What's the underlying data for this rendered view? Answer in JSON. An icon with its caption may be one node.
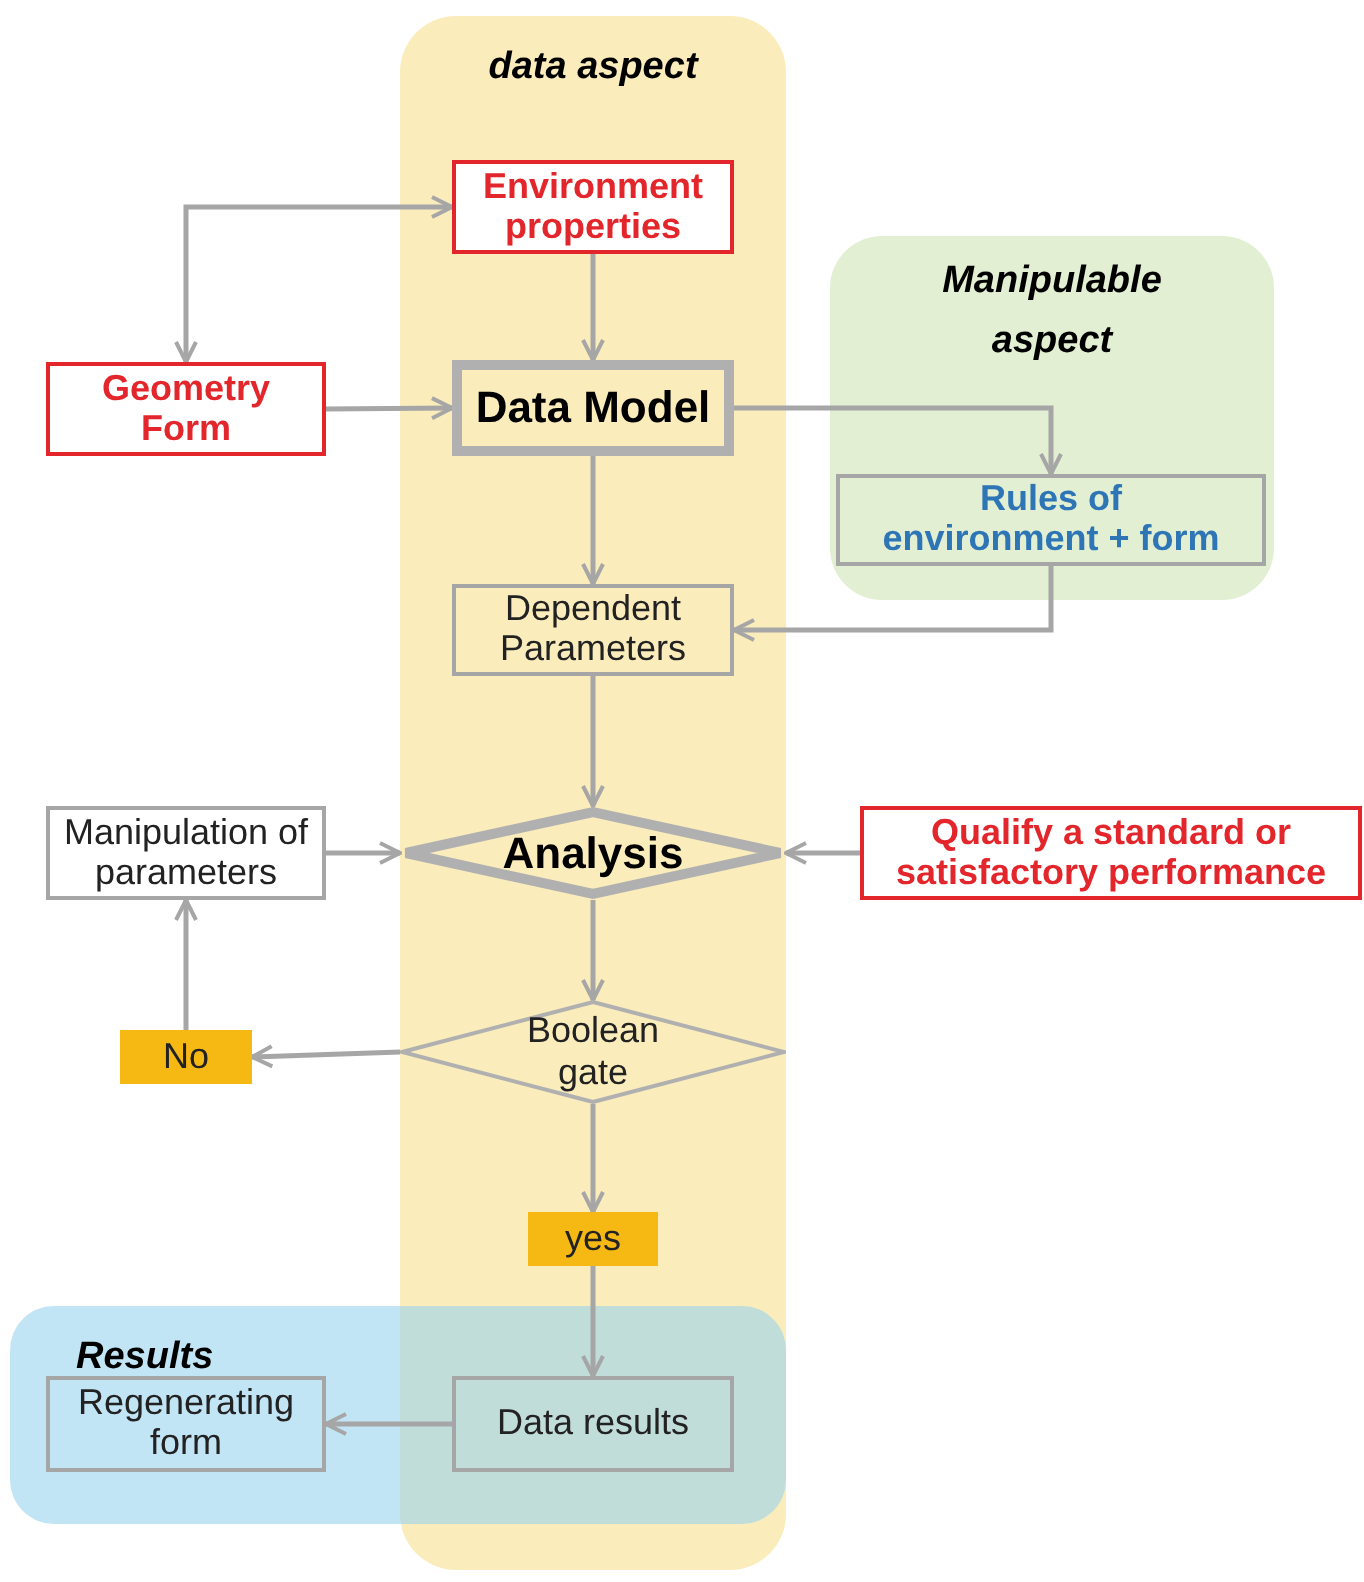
{
  "diagram": {
    "nodes": [
      {
        "text": [
          "data aspect"
        ]
      },
      {
        "text": [
          "Manipulable aspect"
        ]
      },
      {
        "text": [
          "Results"
        ]
      },
      {
        "text": [
          "Environment properties"
        ],
        "in": 0
      },
      {
        "text": [
          "Geometry Form"
        ]
      },
      {
        "text": [
          "Data Model"
        ],
        "in": 0
      },
      {
        "text": [
          "Rules of environment + form"
        ],
        "in": 1
      },
      {
        "text": [
          "Dependent Parameters"
        ],
        "in": 0
      },
      {
        "text": [
          "Manipulation of parameters"
        ]
      },
      {
        "text": [
          "Analysis"
        ],
        "in": 0
      },
      {
        "text": [
          "Qualify a standard or satisfactory performance"
        ]
      },
      {
        "text": [
          "Boolean gate"
        ],
        "in": 0
      },
      {
        "text": [
          "No"
        ]
      },
      {
        "text": [
          "yes"
        ],
        "in": 0
      },
      {
        "text": [
          "Data results"
        ]
      },
      {
        "text": [
          "Regenerating form"
        ],
        "in": 2
      }
    ],
    "edges": [
      {
        "from": 4,
        "to": 3,
        "arrow": "both"
      },
      {
        "from": 3,
        "to": 5,
        "arrow": "to"
      },
      {
        "from": 4,
        "to": 5,
        "arrow": "to"
      },
      {
        "from": 5,
        "to": 6,
        "arrow": "to"
      },
      {
        "from": 5,
        "to": 7,
        "arrow": "to"
      },
      {
        "from": 6,
        "to": 7,
        "arrow": "to"
      },
      {
        "from": 7,
        "to": 9,
        "arrow": "to"
      },
      {
        "from": 8,
        "to": 9,
        "arrow": "to"
      },
      {
        "from": 10,
        "to": 9,
        "arrow": "to"
      },
      {
        "from": 9,
        "to": 11,
        "arrow": "to"
      },
      {
        "from": 11,
        "to": 12,
        "arrow": "to"
      },
      {
        "from": 12,
        "to": 8,
        "arrow": "to"
      },
      {
        "from": 11,
        "to": 13,
        "arrow": "to"
      },
      {
        "from": 13,
        "to": 14,
        "arrow": "to"
      },
      {
        "from": 14,
        "to": 15,
        "arrow": "to"
      }
    ]
  }
}
